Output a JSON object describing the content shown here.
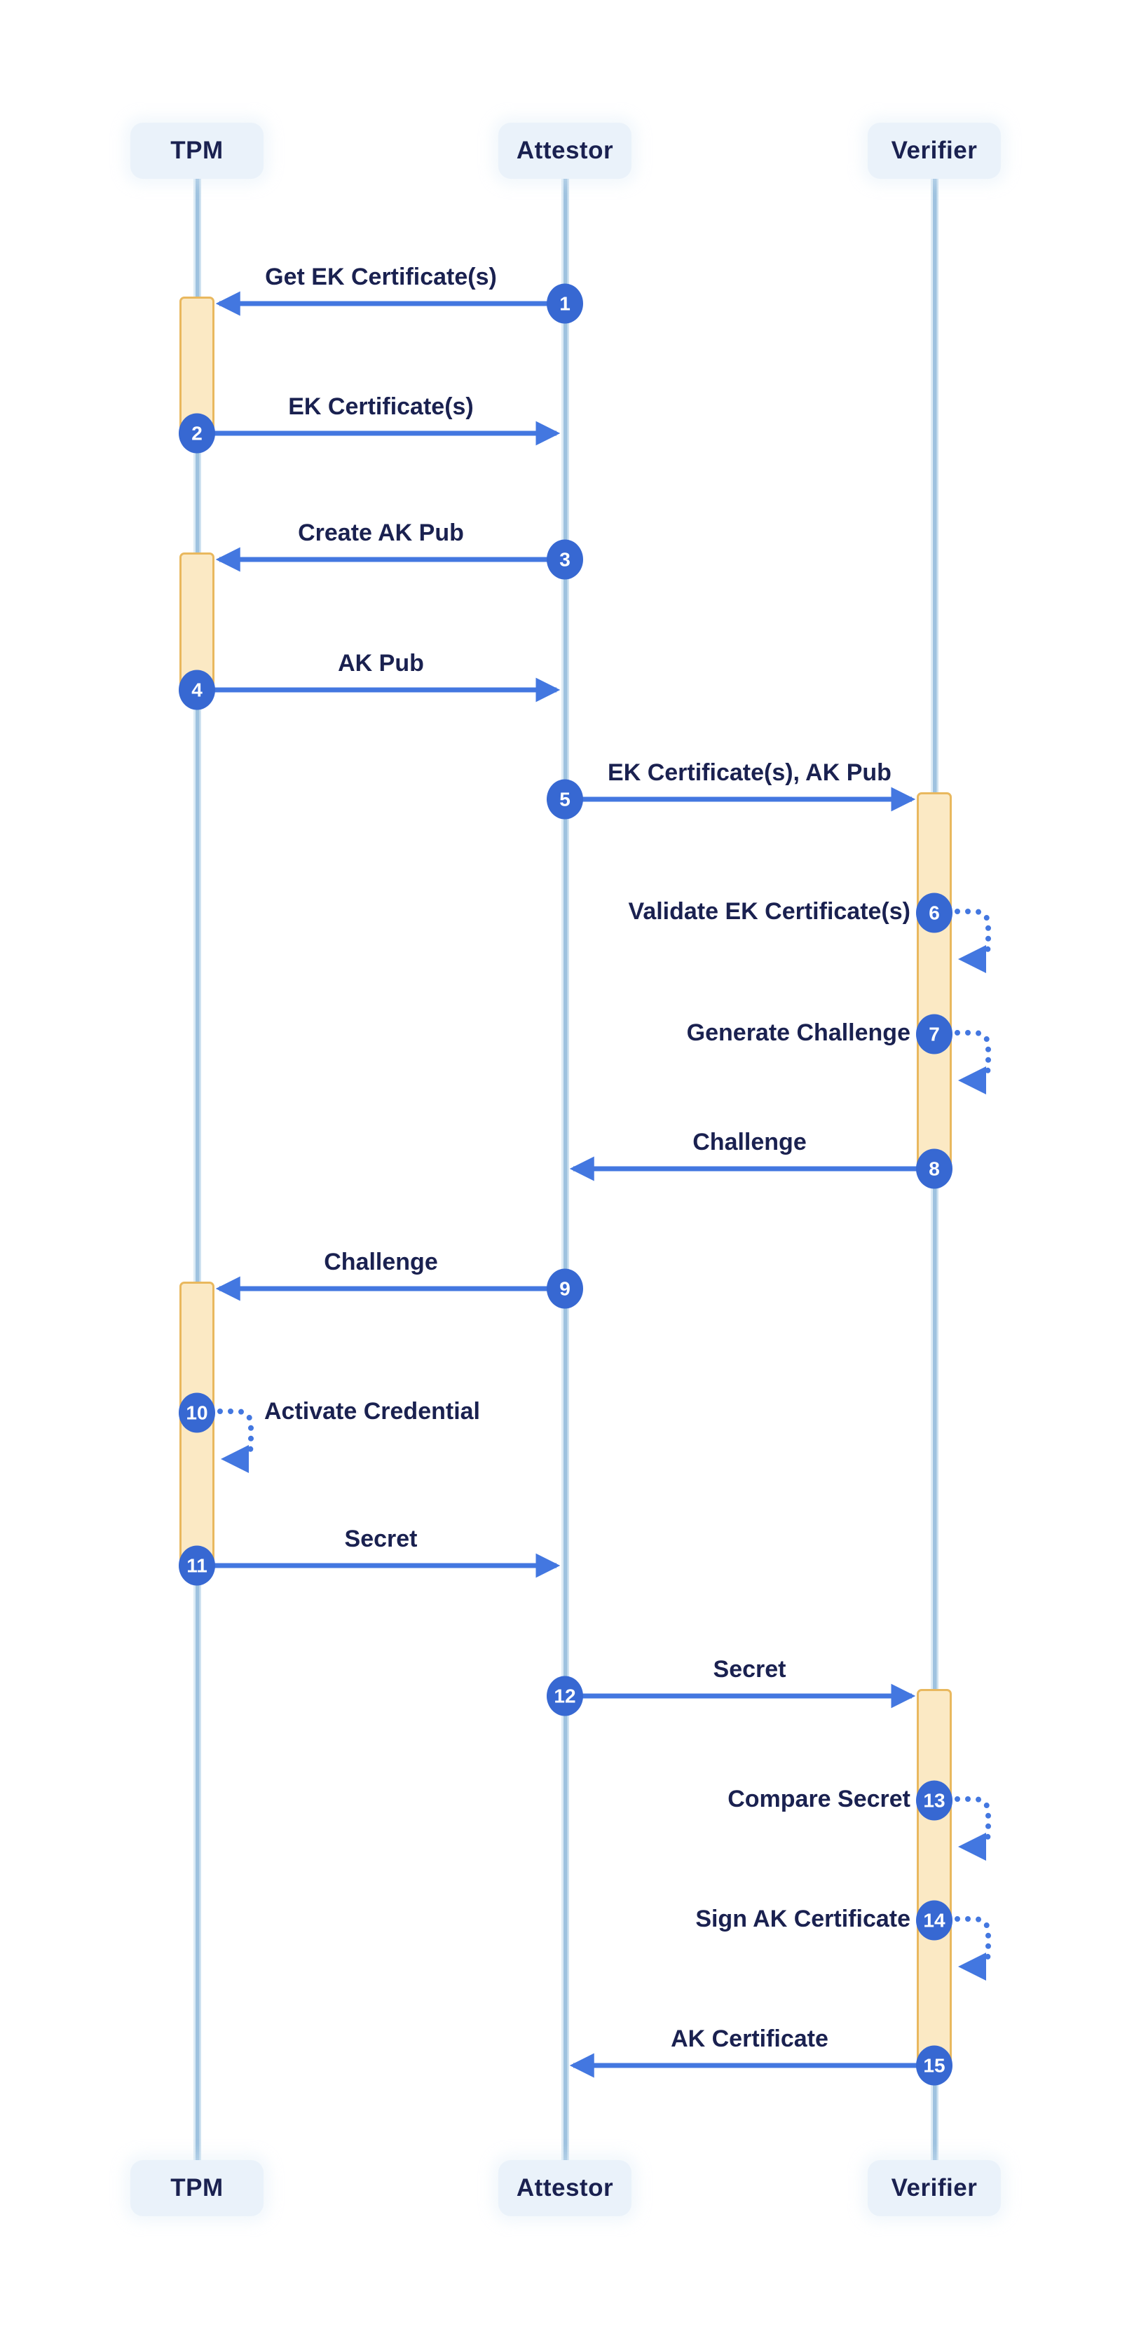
{
  "diagram": {
    "type": "sequence",
    "participants": [
      {
        "id": "tpm",
        "label": "TPM"
      },
      {
        "id": "attestor",
        "label": "Attestor"
      },
      {
        "id": "verifier",
        "label": "Verifier"
      }
    ],
    "messages": [
      {
        "step": 1,
        "label": "Get EK Certificate(s)",
        "from": "attestor",
        "to": "tpm",
        "kind": "arrow"
      },
      {
        "step": 2,
        "label": "EK Certificate(s)",
        "from": "tpm",
        "to": "attestor",
        "kind": "arrow"
      },
      {
        "step": 3,
        "label": "Create AK Pub",
        "from": "attestor",
        "to": "tpm",
        "kind": "arrow"
      },
      {
        "step": 4,
        "label": "AK Pub",
        "from": "tpm",
        "to": "attestor",
        "kind": "arrow"
      },
      {
        "step": 5,
        "label": "EK Certificate(s), AK Pub",
        "from": "attestor",
        "to": "verifier",
        "kind": "arrow"
      },
      {
        "step": 6,
        "label": "Validate EK Certificate(s)",
        "from": "verifier",
        "to": "verifier",
        "kind": "self"
      },
      {
        "step": 7,
        "label": "Generate Challenge",
        "from": "verifier",
        "to": "verifier",
        "kind": "self"
      },
      {
        "step": 8,
        "label": "Challenge",
        "from": "verifier",
        "to": "attestor",
        "kind": "arrow"
      },
      {
        "step": 9,
        "label": "Challenge",
        "from": "attestor",
        "to": "tpm",
        "kind": "arrow"
      },
      {
        "step": 10,
        "label": "Activate Credential",
        "from": "tpm",
        "to": "tpm",
        "kind": "self"
      },
      {
        "step": 11,
        "label": "Secret",
        "from": "tpm",
        "to": "attestor",
        "kind": "arrow"
      },
      {
        "step": 12,
        "label": "Secret",
        "from": "attestor",
        "to": "verifier",
        "kind": "arrow"
      },
      {
        "step": 13,
        "label": "Compare Secret",
        "from": "verifier",
        "to": "verifier",
        "kind": "self"
      },
      {
        "step": 14,
        "label": "Sign AK Certificate",
        "from": "verifier",
        "to": "verifier",
        "kind": "self"
      },
      {
        "step": 15,
        "label": "AK Certificate",
        "from": "verifier",
        "to": "attestor",
        "kind": "arrow"
      }
    ],
    "activations": [
      {
        "participant": "tpm",
        "from_step": 1,
        "to_step": 2
      },
      {
        "participant": "tpm",
        "from_step": 3,
        "to_step": 4
      },
      {
        "participant": "verifier",
        "from_step": 5,
        "to_step": 8
      },
      {
        "participant": "tpm",
        "from_step": 9,
        "to_step": 11
      },
      {
        "participant": "verifier",
        "from_step": 12,
        "to_step": 15
      }
    ],
    "colors": {
      "arrow": "#4377e0",
      "badge": "#3768d2",
      "badge_text": "#ffffff",
      "lifeline": "#9ec2df",
      "activation_fill": "#fbe9c4",
      "activation_border": "#e9b85e",
      "actor_fill": "#eaf2fa",
      "text": "#1a2150",
      "background": "#ffffff"
    }
  }
}
